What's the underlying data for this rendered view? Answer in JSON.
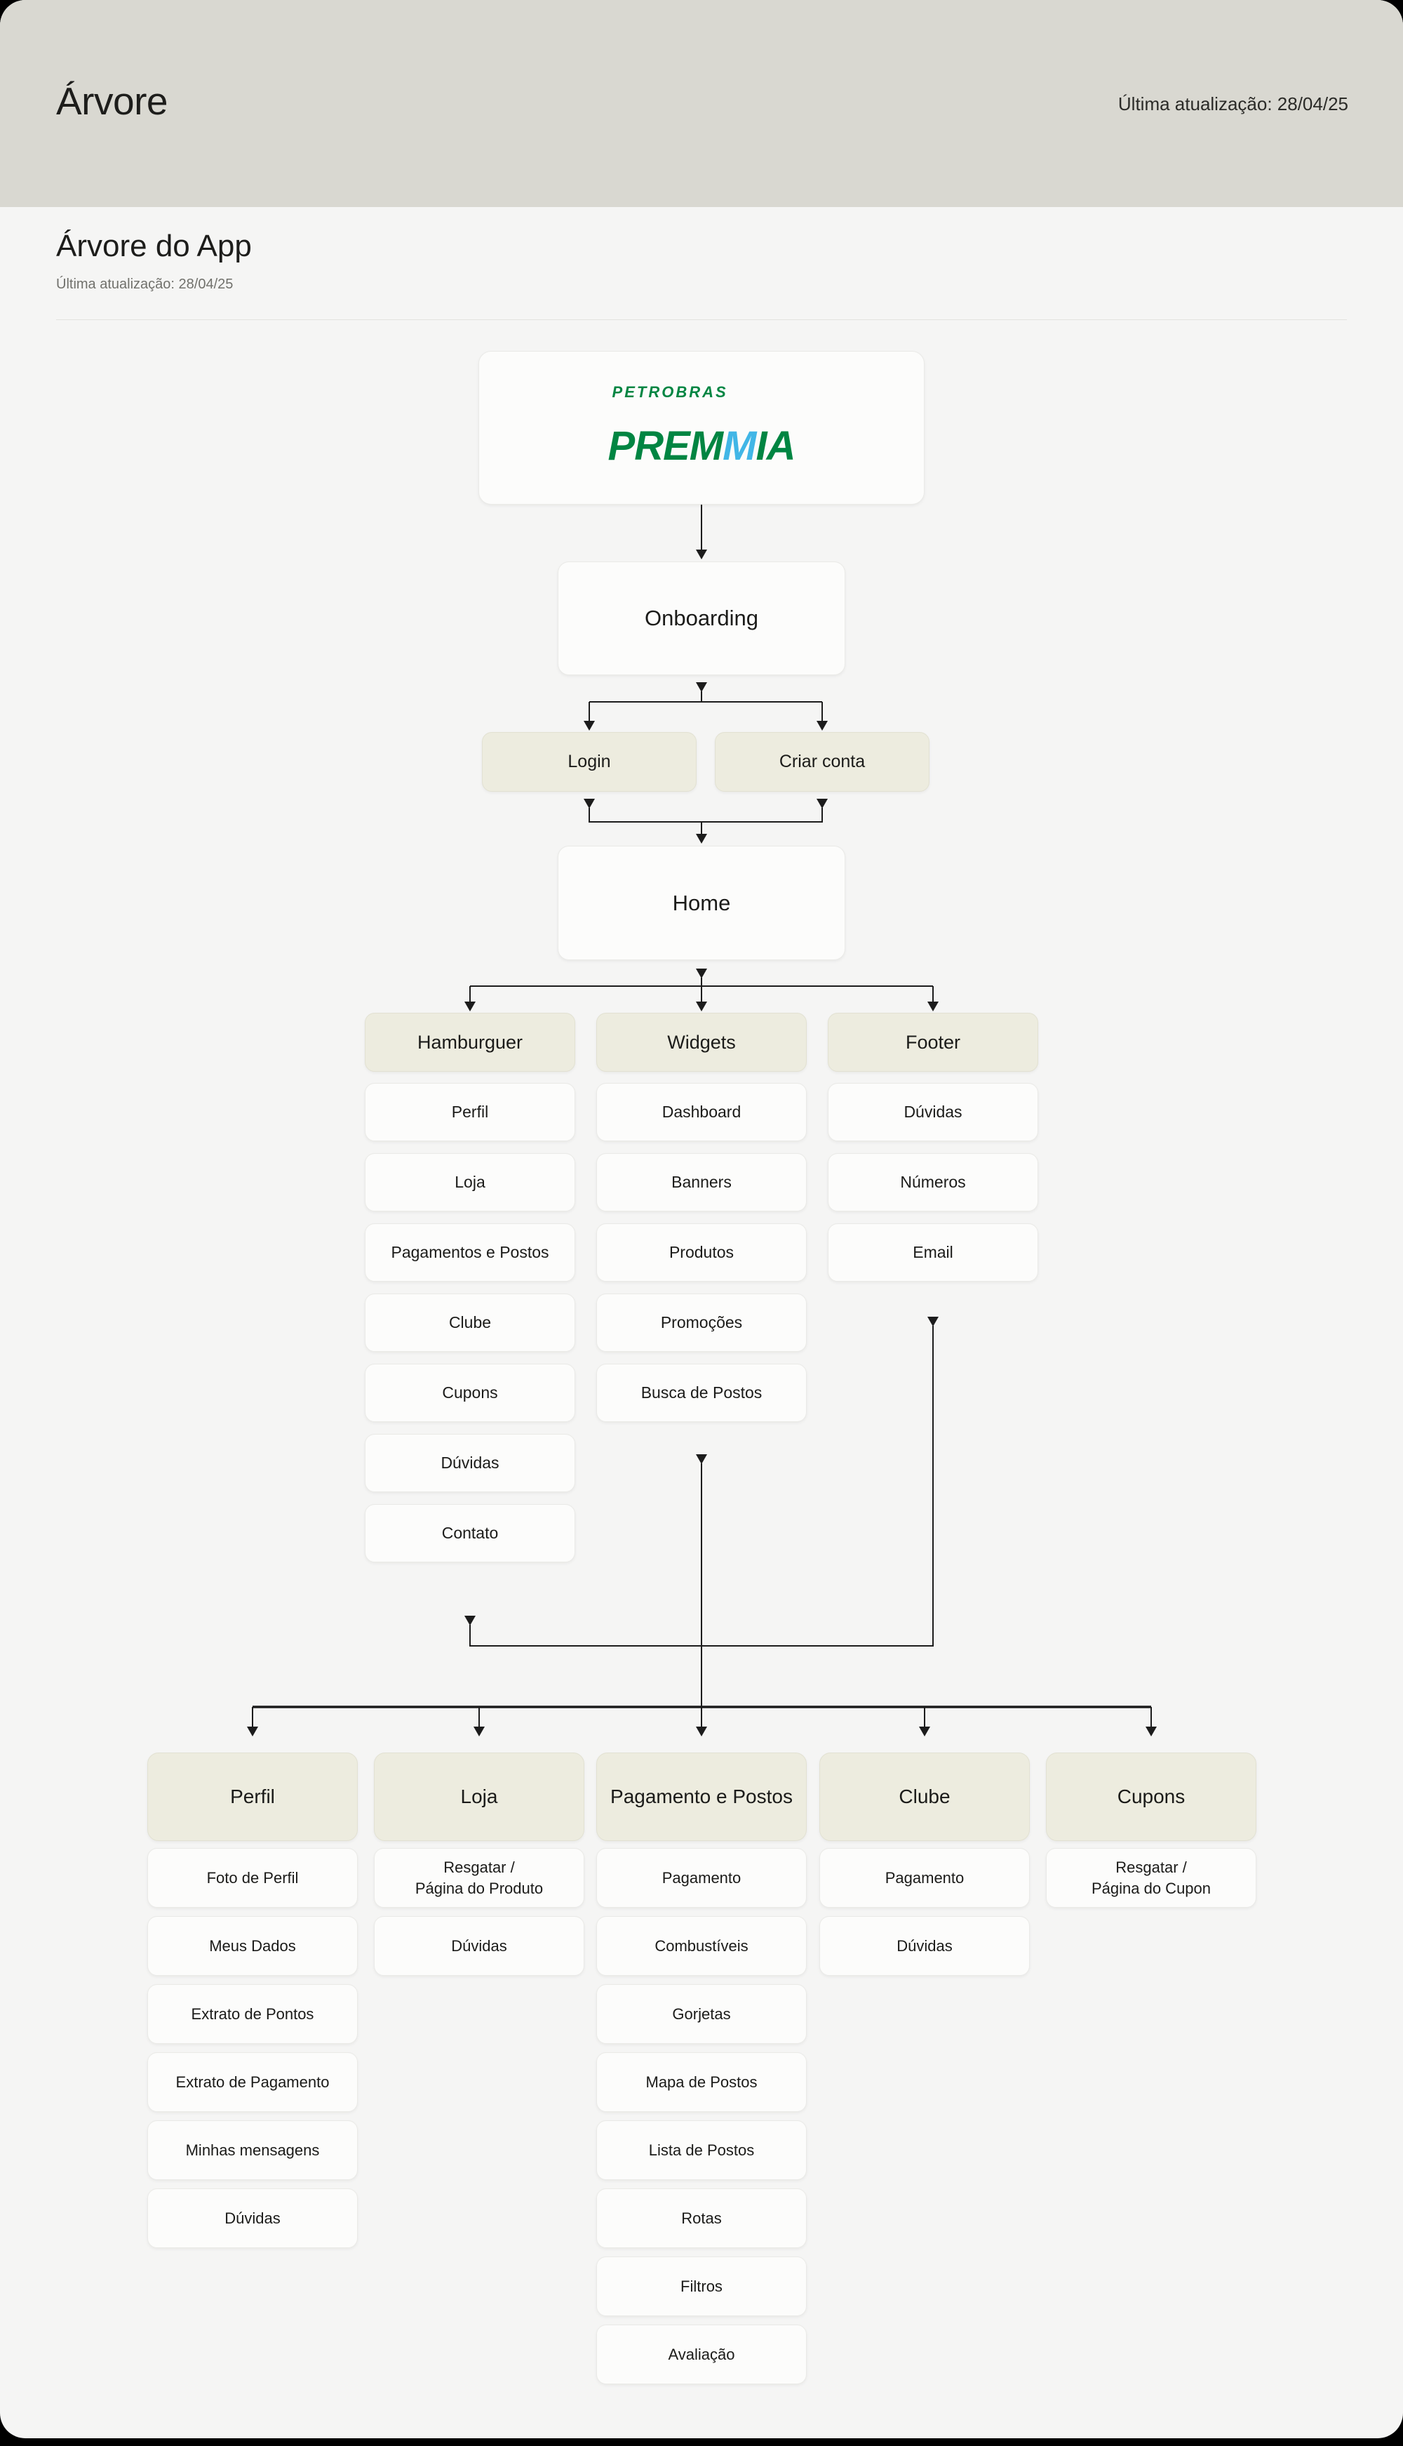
{
  "header": {
    "title": "Árvore",
    "last_update": "Última atualização: 28/04/25"
  },
  "section": {
    "title": "Árvore do App",
    "last_update": "Última atualização: 28/04/25"
  },
  "logo": {
    "brand": "PETROBRAS",
    "premmia_green_1": "PREM",
    "premmia_blue": "M",
    "premmia_green_2": "IA"
  },
  "colors": {
    "brand_green": "#008542",
    "brand_blue": "#41b6e6",
    "line": "#1c1c1c",
    "highlight_box": "#edecdf",
    "band": "#d9d8d1"
  },
  "nodes": {
    "onboarding": "Onboarding",
    "login": "Login",
    "criar_conta": "Criar conta",
    "home": "Home"
  },
  "menu_columns": [
    {
      "header": "Hamburguer",
      "items": [
        "Perfil",
        "Loja",
        "Pagamentos e Postos",
        "Clube",
        "Cupons",
        "Dúvidas",
        "Contato"
      ]
    },
    {
      "header": "Widgets",
      "items": [
        "Dashboard",
        "Banners",
        "Produtos",
        "Promoções",
        "Busca de Postos"
      ]
    },
    {
      "header": "Footer",
      "items": [
        "Dúvidas",
        "Números",
        "Email"
      ]
    }
  ],
  "detail_columns": [
    {
      "header": "Perfil",
      "items": [
        "Foto de Perfil",
        "Meus Dados",
        "Extrato de Pontos",
        "Extrato de Pagamento",
        "Minhas mensagens",
        "Dúvidas"
      ]
    },
    {
      "header": "Loja",
      "items": [
        "Resgatar /\nPágina do Produto",
        "Dúvidas"
      ]
    },
    {
      "header": "Pagamento e Postos",
      "items": [
        "Pagamento",
        "Combustíveis",
        "Gorjetas",
        "Mapa de Postos",
        "Lista de Postos",
        "Rotas",
        "Filtros",
        "Avaliação"
      ]
    },
    {
      "header": "Clube",
      "items": [
        "Pagamento",
        "Dúvidas"
      ]
    },
    {
      "header": "Cupons",
      "items": [
        "Resgatar /\nPágina do Cupon"
      ]
    }
  ]
}
